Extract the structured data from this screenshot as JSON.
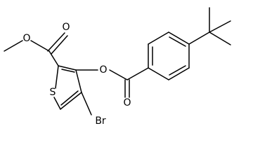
{
  "diagram": {
    "kind": "chemical-structure",
    "atom_labels": {
      "ester_oxygen_carbonyl": "O",
      "ester_oxygen_methoxy": "O",
      "phenolic_ester_oxygen": "O",
      "benzoyl_carbonyl_oxygen": "O",
      "sulfur": "S",
      "bromine": "Br"
    },
    "line_color": "#000000",
    "background_color": "#ffffff"
  }
}
